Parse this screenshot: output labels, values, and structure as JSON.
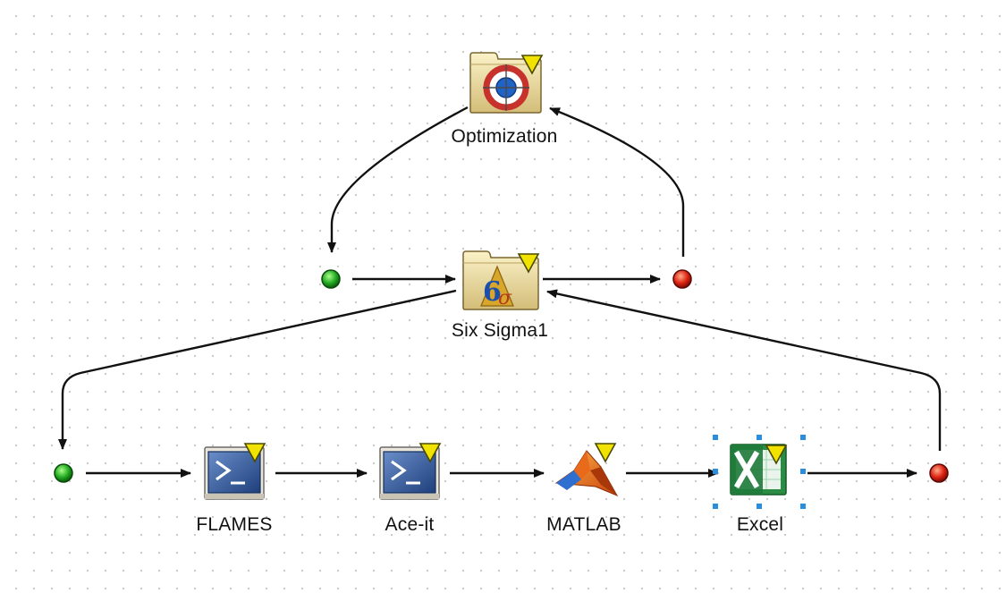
{
  "nodes": {
    "optimization": {
      "label": "Optimization",
      "icon": "optimization-target-icon"
    },
    "six_sigma": {
      "label": "Six Sigma1",
      "icon": "six-sigma-icon"
    },
    "flames": {
      "label": "FLAMES",
      "icon": "terminal-icon"
    },
    "ace_it": {
      "label": "Ace-it",
      "icon": "terminal-icon"
    },
    "matlab": {
      "label": "MATLAB",
      "icon": "matlab-icon"
    },
    "excel": {
      "label": "Excel",
      "icon": "excel-icon",
      "selected": true
    }
  },
  "ports": {
    "start_color": "#22aa22",
    "end_color": "#dd2211"
  },
  "colors": {
    "arrow": "#111111",
    "badge": "#f2e200",
    "selection": "#2a8ee0"
  }
}
